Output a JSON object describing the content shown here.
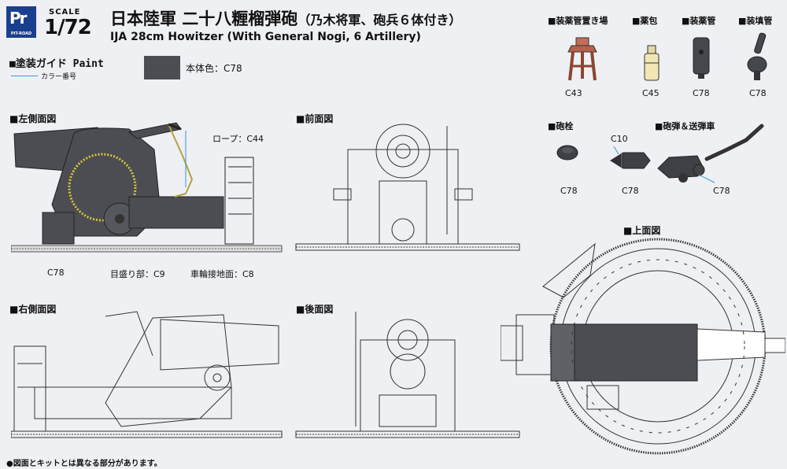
{
  "brand": {
    "logo_mark": "Pr",
    "logo_text": "PIT-ROAD"
  },
  "scale": {
    "word": "SCALE",
    "value": "1/72"
  },
  "title": {
    "jp_main": "日本陸軍 二十八糎榴弾砲",
    "jp_sub": "（乃木将軍、砲兵６体付き）",
    "en": "IJA 28cm Howitzer (With General Nogi, 6 Artillery)"
  },
  "paint_guide": {
    "heading": "■塗装ガイド Paint",
    "legend": "カラー番号",
    "body_color_label": "本体色：C78",
    "body_color_hex": "#4b4d52",
    "line_color_hex": "#3399dd"
  },
  "accessories": [
    {
      "name": "■装薬管置き場",
      "color": "C43"
    },
    {
      "name": "■薬包",
      "color": "C45"
    },
    {
      "name": "■装薬管",
      "color": "C78"
    },
    {
      "name": "■装填管",
      "color": "C78"
    }
  ],
  "parts2": {
    "breech_title": "■砲栓",
    "breech_color": "C78",
    "shell_title": "■砲弾＆送弾車",
    "shell_tip_color": "C10",
    "shell_body_color": "C78",
    "cart_color": "C78"
  },
  "views": {
    "left": "■左側面図",
    "front": "■前面図",
    "right": "■右側面図",
    "rear": "■後面図",
    "top": "■上面図"
  },
  "callouts": {
    "rope": "ロープ：C44",
    "body": "C78",
    "scale_part": "目盛り部：C9",
    "wheel_contact": "車輪接地面：C8"
  },
  "footnote": "●図面とキットとは異なる部分があります。"
}
